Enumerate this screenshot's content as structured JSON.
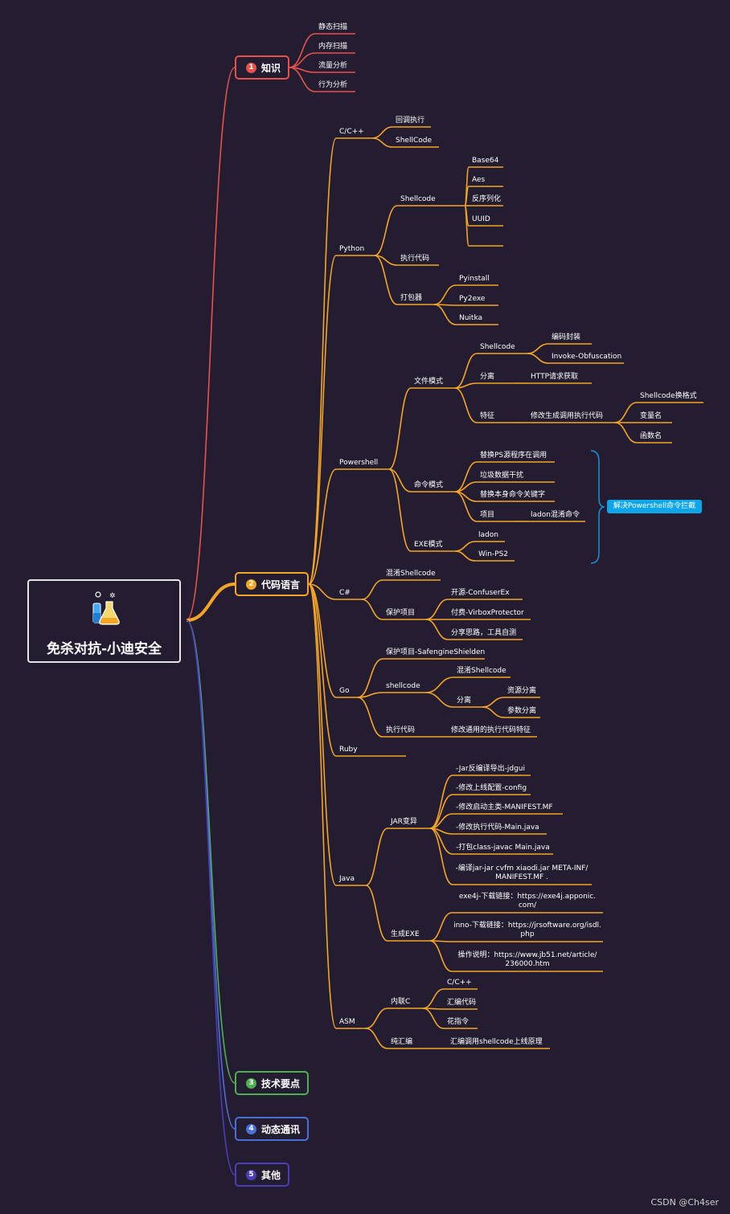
{
  "root": {
    "title": "免杀对抗-小迪安全",
    "icon": "lab-flask-icon"
  },
  "branches": [
    {
      "num": "1",
      "label": "知识",
      "color": "#e8524a"
    },
    {
      "num": "2",
      "label": "代码语言",
      "color": "#f5a524"
    },
    {
      "num": "3",
      "label": "技术要点",
      "color": "#4fb04f"
    },
    {
      "num": "4",
      "label": "动态通讯",
      "color": "#4a6fd6"
    },
    {
      "num": "5",
      "label": "其他",
      "color": "#4b3fb8"
    }
  ],
  "knowledge": [
    "静态扫描",
    "内存扫描",
    "流量分析",
    "行为分析"
  ],
  "langs": {
    "cpp": {
      "label": "C/C++",
      "items": [
        "回调执行",
        "ShellCode"
      ]
    },
    "python": {
      "label": "Python",
      "shellcode": {
        "label": "Shellcode",
        "items": [
          "Base64",
          "Aes",
          "反序列化",
          "UUID",
          ""
        ]
      },
      "exec": "执行代码",
      "packer": {
        "label": "打包器",
        "items": [
          "Pyinstall",
          "Py2exe",
          "Nuitka"
        ]
      }
    },
    "powershell": {
      "label": "Powershell",
      "file_mode": {
        "label": "文件模式",
        "shellcode": {
          "label": "Shellcode",
          "items": [
            "编码封装",
            "Invoke-Obfuscation"
          ]
        },
        "separate": {
          "label": "分离",
          "item": "HTTP请求获取"
        },
        "feature": {
          "label": "特征",
          "sub": "修改生成调用执行代码",
          "items": [
            "Shellcode换格式",
            "变量名",
            "函数名"
          ]
        }
      },
      "cmd_mode": {
        "label": "命令模式",
        "items": [
          "替换PS源程序在调用",
          "垃圾数据干扰",
          "替换本身命令关键字"
        ],
        "project": {
          "label": "项目",
          "item": "ladon混淆命令"
        }
      },
      "exe_mode": {
        "label": "EXE模式",
        "items": [
          "ladon",
          "Win-PS2"
        ]
      },
      "callout": "解决Powershell命令拦截"
    },
    "csharp": {
      "label": "C#",
      "obf": "混淆Shellcode",
      "protect": {
        "label": "保护项目",
        "items": [
          "开源-ConfuserEx",
          "付费-VirboxProtector",
          "分享思路，工具自测"
        ]
      }
    },
    "go": {
      "label": "Go",
      "protect": "保护项目-SafengineShielden",
      "shellcode": {
        "label": "shellcode",
        "obf": "混淆Shellcode",
        "separate": {
          "label": "分离",
          "items": [
            "资源分离",
            "参数分离"
          ]
        }
      },
      "exec": {
        "label": "执行代码",
        "item": "修改通用的执行代码特征"
      }
    },
    "ruby": {
      "label": "Ruby"
    },
    "java": {
      "label": "Java",
      "jar": {
        "label": "JAR变异",
        "items": [
          "-Jar反编译导出-jdgui",
          "-修改上线配置-config",
          "-修改启动主类-MANIFEST.MF",
          "-修改执行代码-Main.java",
          "-打包class-javac Main.java",
          "-编译jar-jar cvfm xiaodi.jar META-INF/ MANIFEST.MF ."
        ]
      },
      "exe": {
        "label": "生成EXE",
        "items": [
          "exe4j-下载链接：https://exe4j.apponic. com/",
          "inno-下载链接：https://jrsoftware.org/isdl. php",
          "操作说明：https://www.jb51.net/article/ 236000.htm"
        ]
      }
    },
    "asm": {
      "label": "ASM",
      "inline": {
        "label": "内联C",
        "items": [
          "C/C++",
          "汇编代码",
          "花指令"
        ]
      },
      "pure": {
        "label": "纯汇编",
        "item": "汇编调用shellcode上线原理"
      }
    }
  },
  "watermark": "CSDN @Ch4ser"
}
